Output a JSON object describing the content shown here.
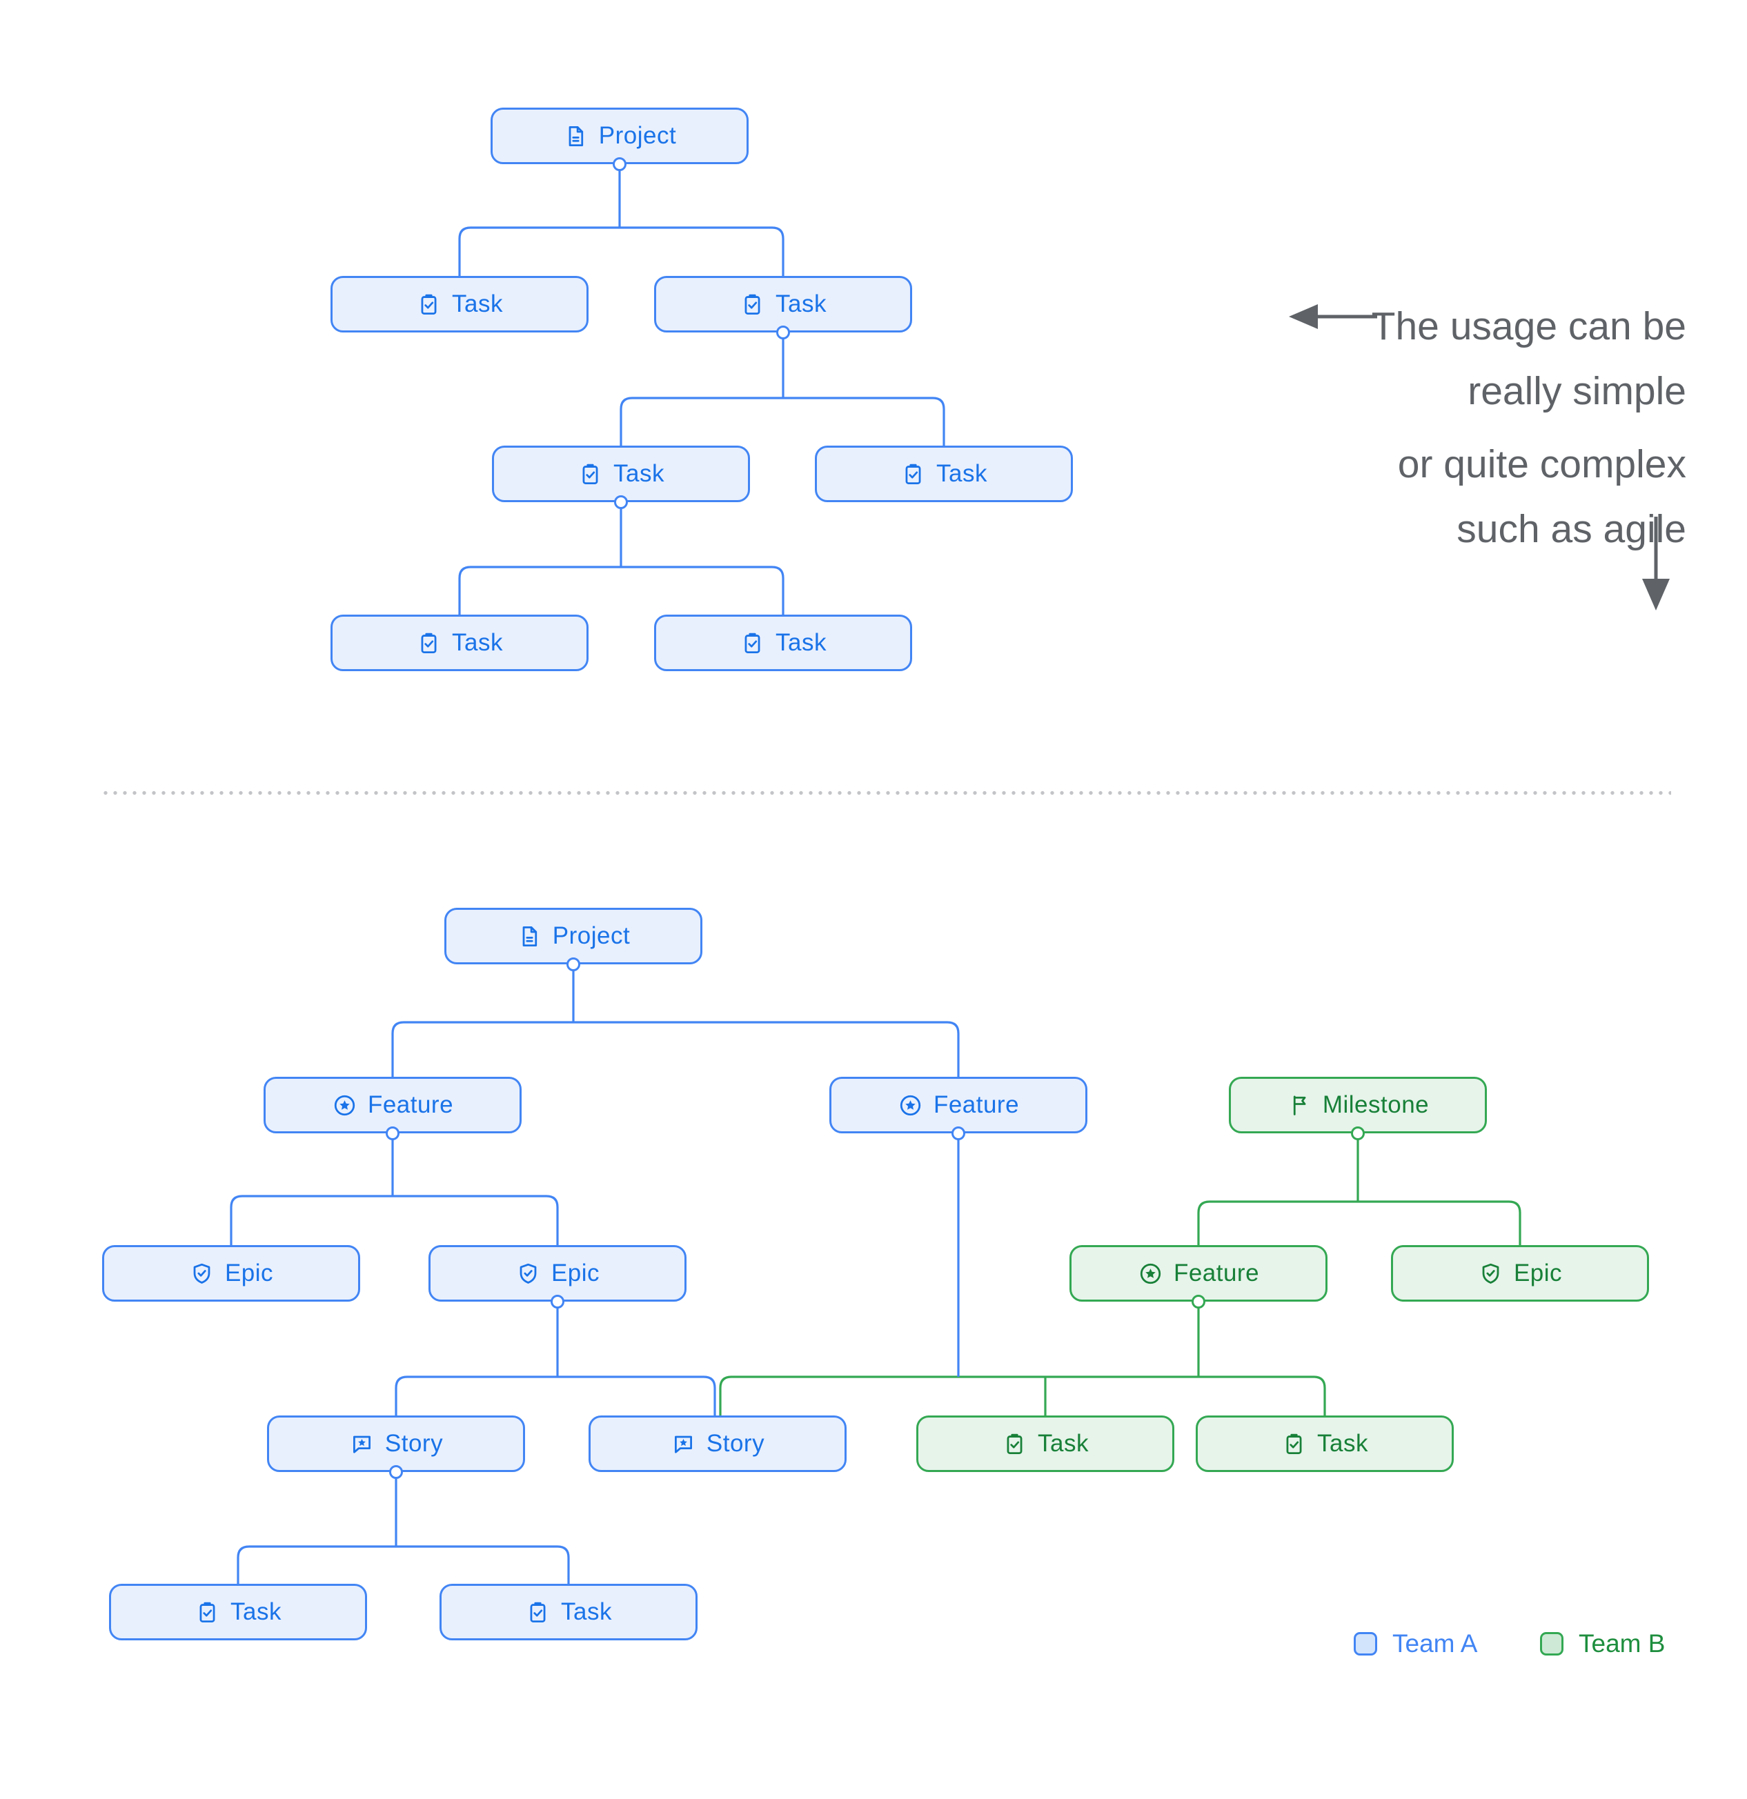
{
  "page": {
    "background": "#ffffff"
  },
  "colors": {
    "team_a_accent": "#4285f4",
    "team_a_fill": "#e8f0fe",
    "team_a_text": "#1a73e8",
    "team_b_accent": "#34a853",
    "team_b_fill": "#e6f4ea",
    "team_b_text": "#188038",
    "annotation_text": "#5f6368",
    "divider_dots": "#c3c4c7"
  },
  "annotation": {
    "line1": "The usage can be",
    "line2": "really simple",
    "line3": "or quite complex",
    "line4": "such as agile"
  },
  "legend": {
    "team_a_label": "Team A",
    "team_b_label": "Team B"
  },
  "tree_simple": {
    "nodes": [
      {
        "id": "project",
        "label": "Project",
        "icon": "document-icon",
        "team": "A"
      },
      {
        "id": "task-1",
        "label": "Task",
        "icon": "task-icon",
        "team": "A"
      },
      {
        "id": "task-2",
        "label": "Task",
        "icon": "task-icon",
        "team": "A"
      },
      {
        "id": "task-3",
        "label": "Task",
        "icon": "task-icon",
        "team": "A"
      },
      {
        "id": "task-4",
        "label": "Task",
        "icon": "task-icon",
        "team": "A"
      },
      {
        "id": "task-5",
        "label": "Task",
        "icon": "task-icon",
        "team": "A"
      },
      {
        "id": "task-6",
        "label": "Task",
        "icon": "task-icon",
        "team": "A"
      }
    ]
  },
  "tree_agile": {
    "nodes": [
      {
        "id": "project",
        "label": "Project",
        "icon": "document-icon",
        "team": "A"
      },
      {
        "id": "feature-1",
        "label": "Feature",
        "icon": "feature-icon",
        "team": "A"
      },
      {
        "id": "feature-2",
        "label": "Feature",
        "icon": "feature-icon",
        "team": "A"
      },
      {
        "id": "milestone",
        "label": "Milestone",
        "icon": "milestone-icon",
        "team": "B"
      },
      {
        "id": "epic-1",
        "label": "Epic",
        "icon": "epic-icon",
        "team": "A"
      },
      {
        "id": "epic-2",
        "label": "Epic",
        "icon": "epic-icon",
        "team": "A"
      },
      {
        "id": "feature-3",
        "label": "Feature",
        "icon": "feature-icon",
        "team": "B"
      },
      {
        "id": "epic-3",
        "label": "Epic",
        "icon": "epic-icon",
        "team": "B"
      },
      {
        "id": "story-1",
        "label": "Story",
        "icon": "story-icon",
        "team": "A"
      },
      {
        "id": "story-2",
        "label": "Story",
        "icon": "story-icon",
        "team": "A"
      },
      {
        "id": "task-1",
        "label": "Task",
        "icon": "task-icon",
        "team": "B"
      },
      {
        "id": "task-2",
        "label": "Task",
        "icon": "task-icon",
        "team": "B"
      },
      {
        "id": "task-3",
        "label": "Task",
        "icon": "task-icon",
        "team": "A"
      },
      {
        "id": "task-4",
        "label": "Task",
        "icon": "task-icon",
        "team": "A"
      }
    ]
  }
}
